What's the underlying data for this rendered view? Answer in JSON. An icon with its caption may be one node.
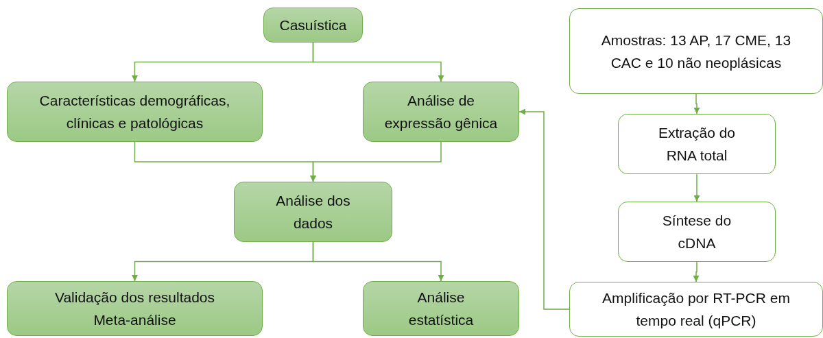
{
  "diagram": {
    "nodes": [
      {
        "text": [
          "Casuística"
        ]
      },
      {
        "text": [
          "Características demográficas, clínicas e patológicas"
        ]
      },
      {
        "text": [
          "Análise de expressão gênica"
        ]
      },
      {
        "text": [
          "Análise dos dados"
        ]
      },
      {
        "text": [
          "Validação dos resultados Meta-análise"
        ]
      },
      {
        "text": [
          "Análise estatística"
        ]
      },
      {
        "text": [
          "Amostras: 13 AP, 17 CME, 13 CAC e 10 não neoplásicas"
        ]
      },
      {
        "text": [
          "Extração do RNA total"
        ]
      },
      {
        "text": [
          "Síntese do cDNA"
        ]
      },
      {
        "text": [
          "Amplificação por RT-PCR em tempo real (qPCR)"
        ]
      }
    ],
    "edges": [
      {
        "from": 0,
        "to": 1,
        "arrow": "to"
      },
      {
        "from": 0,
        "to": 2,
        "arrow": "to"
      },
      {
        "from": 1,
        "to": 3,
        "arrow": "to"
      },
      {
        "from": 2,
        "to": 3,
        "arrow": "to"
      },
      {
        "from": 3,
        "to": 4,
        "arrow": "to"
      },
      {
        "from": 3,
        "to": 5,
        "arrow": "to"
      },
      {
        "from": 6,
        "to": 7,
        "arrow": "to"
      },
      {
        "from": 7,
        "to": 8,
        "arrow": "to"
      },
      {
        "from": 8,
        "to": 9,
        "arrow": "to"
      },
      {
        "from": 9,
        "to": 2,
        "arrow": "to"
      }
    ]
  }
}
